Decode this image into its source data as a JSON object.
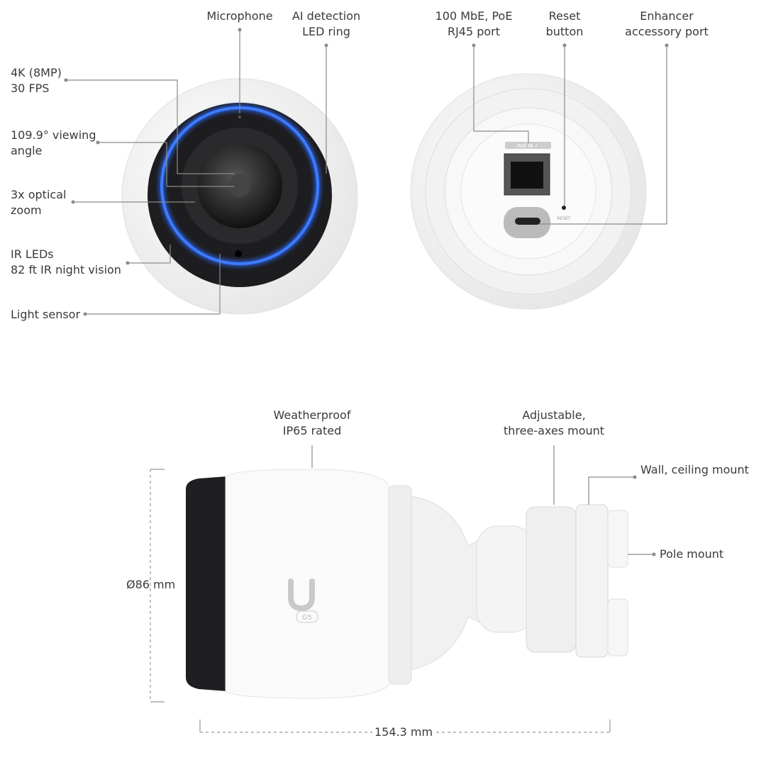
{
  "front_view": {
    "labels": {
      "microphone": [
        "Microphone"
      ],
      "ai_ring": [
        "AI detection",
        "LED ring"
      ],
      "resolution": [
        "4K (8MP)",
        "30 FPS"
      ],
      "viewing_angle": [
        "109.9° viewing",
        "angle"
      ],
      "zoom": [
        "3x optical",
        "zoom"
      ],
      "ir": [
        "IR LEDs",
        "82 ft IR night vision"
      ],
      "light_sensor": [
        "Light sensor"
      ]
    }
  },
  "back_view": {
    "labels": {
      "rj45": [
        "100 MbE, PoE",
        "RJ45 port"
      ],
      "reset": [
        "Reset",
        "button"
      ],
      "enhancer": [
        "Enhancer",
        "accessory port"
      ]
    },
    "device_text": {
      "poe": "PoE IN ⚡",
      "reset": "RESET"
    }
  },
  "side_view": {
    "labels": {
      "weatherproof": [
        "Weatherproof",
        "IP65 rated"
      ],
      "mount": [
        "Adjustable,",
        "three-axes mount"
      ],
      "wall": [
        "Wall, ceiling mount"
      ],
      "pole": [
        "Pole mount"
      ]
    },
    "dimensions": {
      "diameter": "Ø86 mm",
      "length": "154.3 mm"
    },
    "badge": "G5"
  },
  "colors": {
    "led_ring": "#2f6bff",
    "leader": "#8a8a8a"
  }
}
